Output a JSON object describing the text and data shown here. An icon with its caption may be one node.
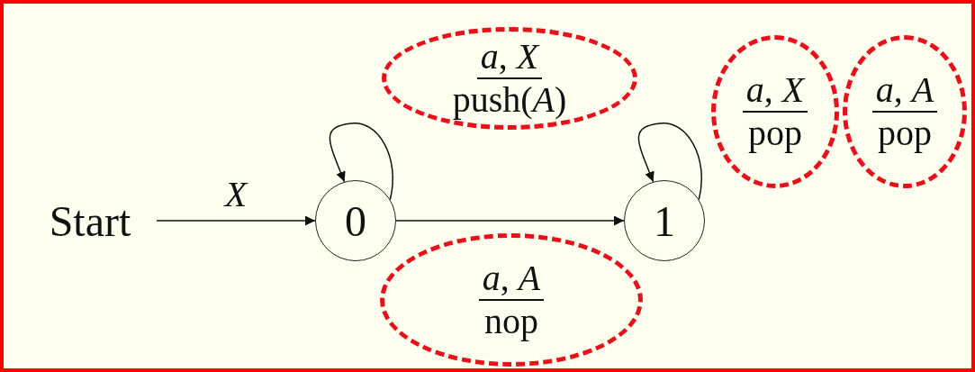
{
  "diagram": {
    "nodes": [
      {
        "text": [
          "Start"
        ]
      },
      {
        "text": [
          "0"
        ]
      },
      {
        "text": [
          "1"
        ]
      },
      {
        "text": [
          "*a*, *X*",
          "push(*A*)"
        ]
      },
      {
        "text": [
          "*a*, *A*",
          "nop"
        ]
      },
      {
        "text": [
          "*a*, *X*",
          "pop"
        ]
      },
      {
        "text": [
          "*a*, *A*",
          "pop"
        ]
      }
    ],
    "edges": [
      {
        "from": 0,
        "to": 1,
        "arrow": "to",
        "label": "*X*"
      },
      {
        "from": 1,
        "to": 1,
        "arrow": "to"
      },
      {
        "from": 1,
        "to": 2,
        "arrow": "to"
      },
      {
        "from": 2,
        "to": 2,
        "arrow": "to"
      }
    ]
  }
}
